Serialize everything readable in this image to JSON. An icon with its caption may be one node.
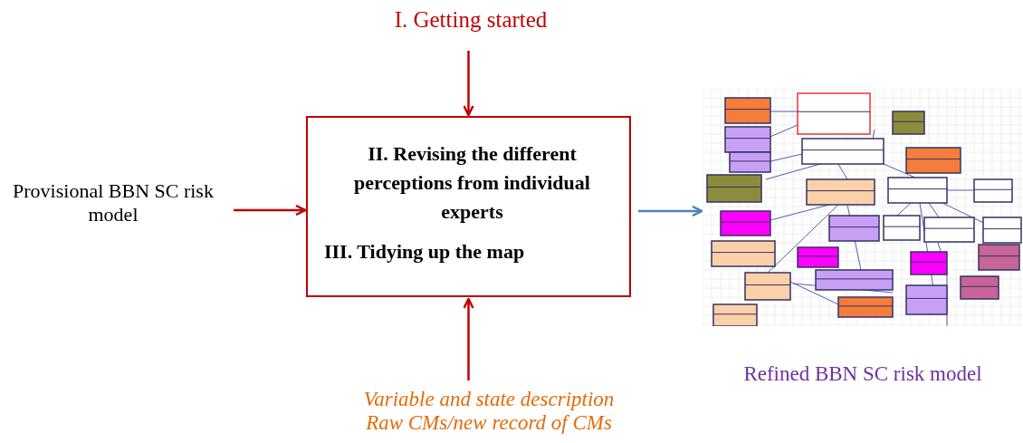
{
  "diagram": {
    "nodes": [
      {
        "text": [
          "I. Getting started"
        ]
      },
      {
        "text": [
          "Provisional BBN SC risk model"
        ]
      },
      {
        "text": [
          "II. Revising the different perceptions from individual experts",
          "III. Tidying up the map"
        ]
      },
      {
        "text": [
          "Variable and state description",
          "Raw CMs/new record of CMs"
        ]
      },
      {
        "text": [],
        "shape": "picture",
        "beside": [
          "Refined BBN SC risk model"
        ]
      }
    ],
    "edges": [
      {
        "from": 0,
        "to": 2,
        "arrow": "to"
      },
      {
        "from": 1,
        "to": 2,
        "arrow": "to"
      },
      {
        "from": 3,
        "to": 2,
        "arrow": "to"
      },
      {
        "from": 2,
        "to": 4,
        "arrow": "to",
        "color": "#4f81bd"
      }
    ]
  }
}
